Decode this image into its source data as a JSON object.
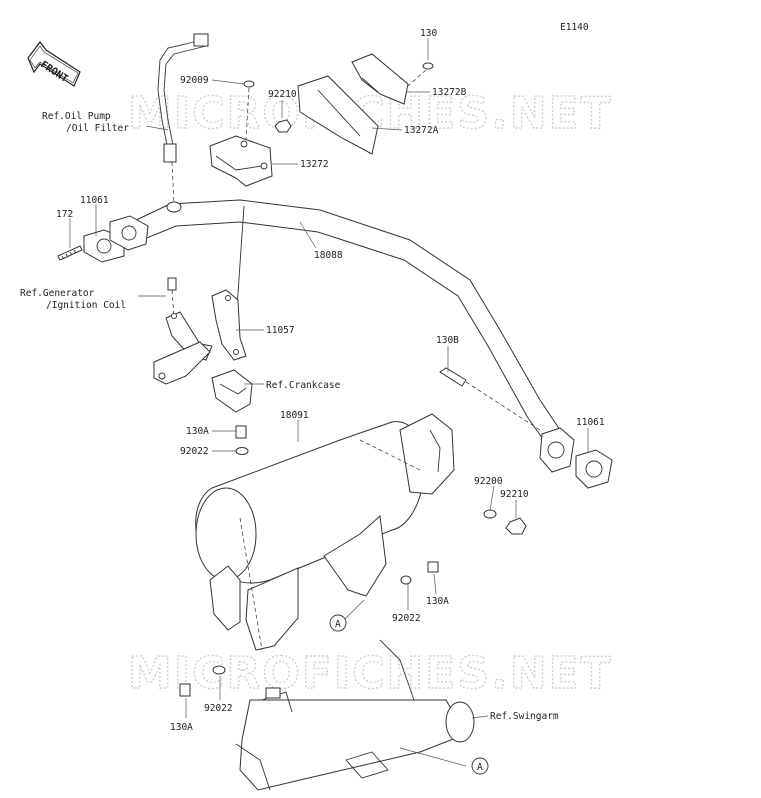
{
  "diagram_code": "E1140",
  "watermark": "MICROFICHES.NET",
  "front_label": "FRONT",
  "callouts": {
    "c130_top": "130",
    "c92009": "92009",
    "c92210_top": "92210",
    "c13272B": "13272B",
    "c13272A": "13272A",
    "c13272": "13272",
    "c172": "172",
    "c11061_left": "11061",
    "c18088": "18088",
    "c11057": "11057",
    "c130B": "130B",
    "c18091": "18091",
    "c130A_upper": "130A",
    "c92022_upper": "92022",
    "c11061_right": "11061",
    "c92200": "92200",
    "c92210_right": "92210",
    "c92022_mid": "92022",
    "c130A_mid": "130A",
    "c92022_low": "92022",
    "c130A_low": "130A"
  },
  "references": {
    "oil_line1": "Ref.Oil Pump",
    "oil_line2": "/Oil Filter",
    "gen_line1": "Ref.Generator",
    "gen_line2": "/Ignition Coil",
    "crankcase": "Ref.Crankcase",
    "swingarm": "Ref.Swingarm"
  },
  "markers": {
    "a_mid": "A",
    "a_low": "A"
  }
}
